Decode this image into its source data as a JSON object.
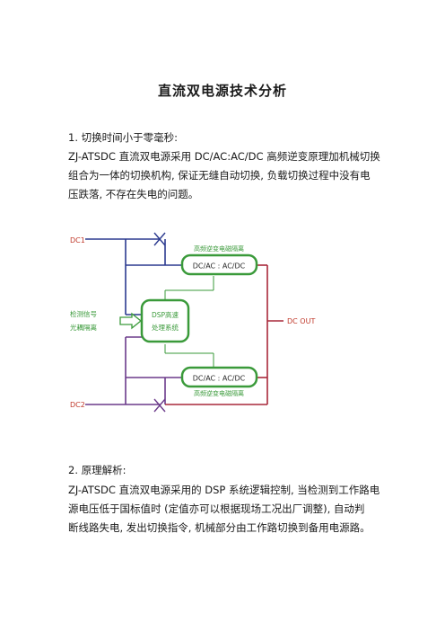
{
  "doc": {
    "title": "直流双电源技术分析",
    "section1": {
      "heading": "1.  切换时间小于零毫秒:",
      "lines": [
        "ZJ-ATSDC 直流双电源采用 DC/AC:AC/DC 高频逆变原理加机械切换",
        "组合为一体的切换机构, 保证无缝自动切换, 负载切换过程中没有电",
        "压跌落, 不存在失电的问题。"
      ]
    },
    "section2": {
      "heading": "2.  原理解析:",
      "lines": [
        "ZJ-ATSDC 直流双电源采用的 DSP 系统逻辑控制, 当检测到工作路电",
        "源电压低于国标值时 (定值亦可以根据现场工况出厂调整), 自动判",
        "断线路失电, 发出切换指令, 机械部分由工作路切换到备用电源路。"
      ]
    }
  },
  "diagram": {
    "dc1": "DC1",
    "dc2": "DC2",
    "dc_out": "DC OUT",
    "top_label": "高频逆变电磁隔离",
    "bottom_label": "高频逆变电磁隔离",
    "top_box": "DC/AC : AC/DC",
    "bottom_box": "DC/AC : AC/DC",
    "dsp_line1": "DSP高速",
    "dsp_line2": "处理系统",
    "signal_line1": "检测信号",
    "signal_line2": "光耦隔离",
    "colors": {
      "dc1_line": "#2b3a8f",
      "dc2_line": "#6b3a8a",
      "out_line": "#a8283a",
      "green": "#3a9a3a",
      "label_red": "#c0392b",
      "label_green": "#3a9a3a"
    }
  }
}
